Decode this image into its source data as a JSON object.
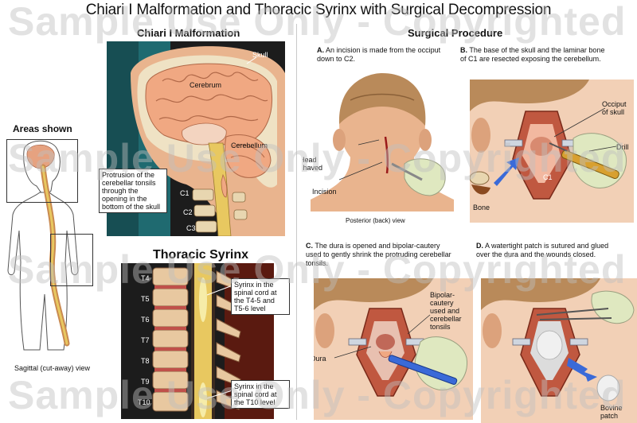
{
  "title": "Chiari I Malformation and Thoracic Syrinx with Surgical Decompression",
  "watermark": "Sample Use Only - Copyrighted Material",
  "left": {
    "areas_shown": "Areas shown",
    "sagittal_caption": "Sagittal (cut-away) view",
    "chiari": {
      "title": "Chiari I Malformation",
      "labels": {
        "skull": "Skull",
        "cerebrum": "Cerebrum",
        "cerebellum": "Cerebellum",
        "c1": "C1",
        "c2": "C2",
        "c3": "C3"
      },
      "callout": "Protrusion of the cerebellar tonsils through the opening in the bottom of the skull"
    },
    "syrinx": {
      "title": "Thoracic Syrinx",
      "vertebrae": [
        "T4",
        "T5",
        "T6",
        "T7",
        "T8",
        "T9",
        "T10"
      ],
      "callout_upper": "Syrinx in the spinal cord at the T4-5 and T5-6 level",
      "callout_lower": "Syrinx in the spinal cord at the T10 level"
    }
  },
  "right": {
    "title": "Surgical Procedure",
    "steps": {
      "a": {
        "letter": "A.",
        "text": "An incision is made from the occiput down to C2.",
        "labels": {
          "head_shaved": "Head shaved",
          "incision": "Incision"
        },
        "view_caption": "Posterior (back) view"
      },
      "b": {
        "letter": "B.",
        "text": "The base of the skull and the laminar bone of C1 are resected exposing the cerebellum.",
        "labels": {
          "occiput": "Occiput of skull",
          "drill": "Drill",
          "bone": "Bone",
          "c1": "C1"
        }
      },
      "c": {
        "letter": "C.",
        "text": "The dura is opened and bipolar-cautery used to gently shrink the protruding cerebellar tonsils.",
        "labels": {
          "bipolar": "Bipolar-cautery used and cerebellar tonsils",
          "dura": "Dura"
        }
      },
      "d": {
        "letter": "D.",
        "text": "A watertight patch is sutured and glued over the dura and the wounds closed.",
        "labels": {
          "bovine": "Bovine patch"
        }
      }
    }
  },
  "colors": {
    "skin": "#e9b48e",
    "hair": "#b98a5a",
    "brain": "#f0a882",
    "bone": "#e8d6b0",
    "cord": "#e8c860",
    "dark_bg": "#1c1c1c",
    "teal_bg": "#1f6a70",
    "glove": "#dfe8c0",
    "tool_blue": "#3a6ad8"
  }
}
